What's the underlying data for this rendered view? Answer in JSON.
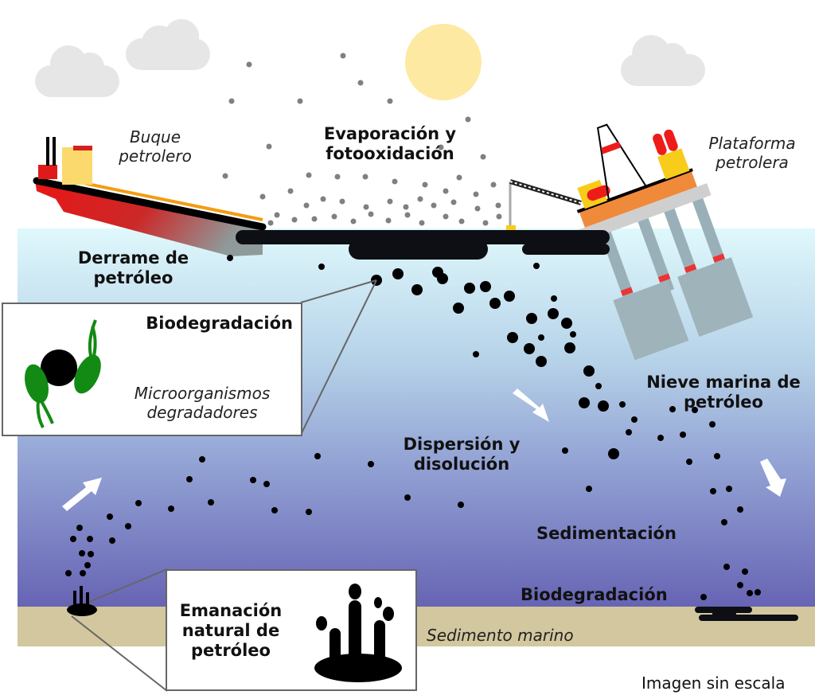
{
  "title": "Destino del petróleo derramado en el mar",
  "colors": {
    "sky": "#ffffff",
    "cloud": "#e6e6e6",
    "sun": "#fde9a2",
    "water_top": "#dff8fc",
    "water_mid": "#a9bfe0",
    "water_deep": "#6764b4",
    "sediment": "#d2c79e",
    "oil": "#0d0f14",
    "vapor_dots": "#808080",
    "ship_hull": "#e11b1b",
    "ship_deck_stripe": "#f39c12",
    "ship_cabin": "#fbd96c",
    "rig_orange": "#f08a3b",
    "rig_yellow": "#f7cc1a",
    "rig_red": "#ee1b1b",
    "rig_leg": "#9ab0b8",
    "bacteria": "#138a13",
    "arrow": "#ffffff"
  },
  "labels": {
    "ship": [
      "Buque",
      "petrolero"
    ],
    "evaporation": [
      "Evaporación y",
      "fotooxidación"
    ],
    "platform": [
      "Plataforma",
      "petrolera"
    ],
    "spill": [
      "Derrame de",
      "petróleo"
    ],
    "biodeg_box_title": "Biodegradación",
    "microorganisms": [
      "Microorganismos",
      "degradadores"
    ],
    "dispersion": [
      "Dispersión y",
      "disolución"
    ],
    "marine_snow": [
      "Nieve marina de",
      "petróleo"
    ],
    "sedimentation": "Sedimentación",
    "biodeg_bottom": "Biodegradación",
    "seep_box": [
      "Emanación",
      "natural de",
      "petróleo"
    ],
    "sediment": "Sedimento marino",
    "scale_note": "Imagen sin escala"
  },
  "icons": {
    "sun": "sun-icon",
    "cloud": "cloud-icon",
    "ship": "oil-tanker-icon",
    "platform": "oil-platform-icon",
    "bacteria": "bacteria-icon",
    "seep": "oil-seep-icon",
    "arrow": "arrow-icon"
  }
}
